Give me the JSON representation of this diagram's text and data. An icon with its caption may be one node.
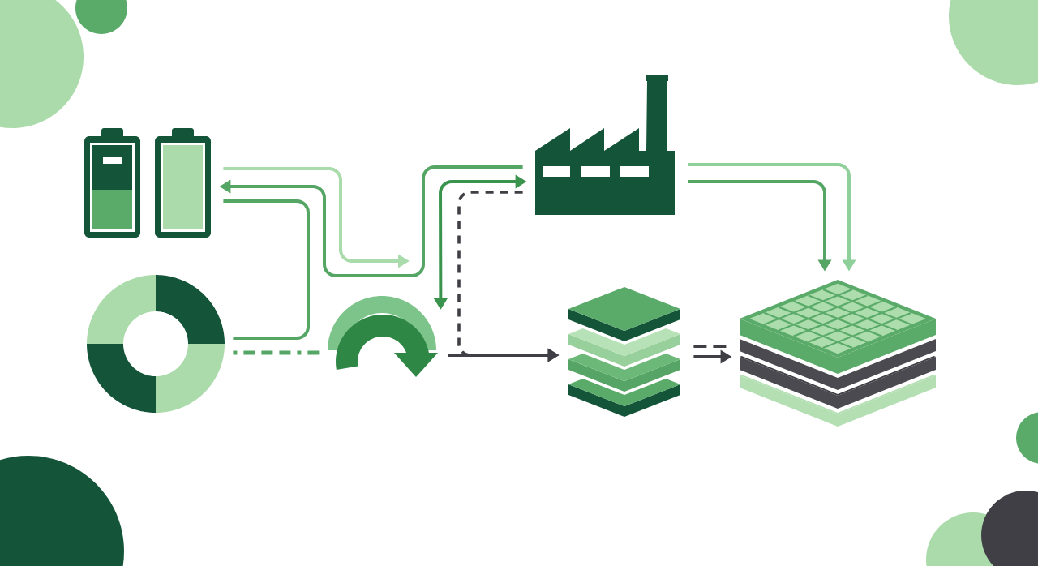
{
  "diagram": {
    "nodes": [
      {
        "text": [],
        "shape": "picture"
      },
      {
        "text": [],
        "shape": "picture"
      },
      {
        "text": [],
        "shape": "picture"
      },
      {
        "text": [],
        "shape": "picture"
      },
      {
        "text": [],
        "shape": "picture"
      },
      {
        "text": [],
        "shape": "picture"
      },
      {
        "text": [],
        "shape": "picture"
      }
    ],
    "edges": [
      {
        "from": 1,
        "to": null,
        "arrow": "to",
        "color": "#a9dbab"
      },
      {
        "from": 4,
        "to": 1,
        "arrow": "to"
      },
      {
        "from": 1,
        "to": 2,
        "arrow": "none"
      },
      {
        "from": 3,
        "to": 4,
        "arrow": "both",
        "color": "#3a944e"
      },
      {
        "from": 3,
        "to": 5,
        "arrow": "to",
        "color": "#3f3f45"
      },
      {
        "from": 4,
        "to": 5,
        "arrow": "to",
        "style": "dashed",
        "color": "#3f3f45"
      },
      {
        "from": 2,
        "to": 3,
        "arrow": "none",
        "style": "dashed"
      },
      {
        "from": 5,
        "to": 6,
        "arrow": "none",
        "style": "dashed",
        "color": "#3f3f45"
      },
      {
        "from": 5,
        "to": 6,
        "arrow": "to",
        "color": "#3f3f45"
      },
      {
        "from": 4,
        "to": 6,
        "arrow": "to",
        "color": "#8fd09a"
      },
      {
        "from": 4,
        "to": 6,
        "arrow": "to"
      }
    ]
  }
}
